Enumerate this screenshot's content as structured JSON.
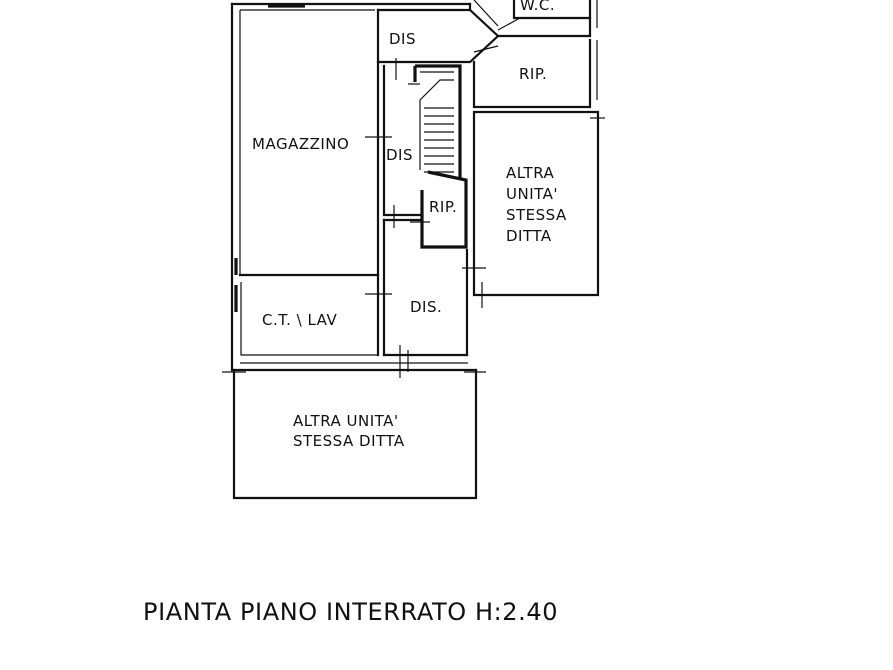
{
  "rooms": {
    "wc": "W.C.",
    "dis_top": "DIS",
    "rip_top_right": "RIP.",
    "magazzino": "MAGAZZINO",
    "dis_middle": "DIS",
    "rip_stair": "RIP.",
    "altra_unita_right": [
      "ALTRA",
      "UNITA'",
      "STESSA",
      "DITTA"
    ],
    "ct_lav": "C.T. \\ LAV",
    "dis_lower": "DIS.",
    "altra_unita_bottom": [
      "ALTRA UNITA'",
      "STESSA DITTA"
    ]
  },
  "title": "PIANTA PIANO INTERRATO H:2.40",
  "colors": {
    "ink": "#111111",
    "background": "#ffffff"
  }
}
